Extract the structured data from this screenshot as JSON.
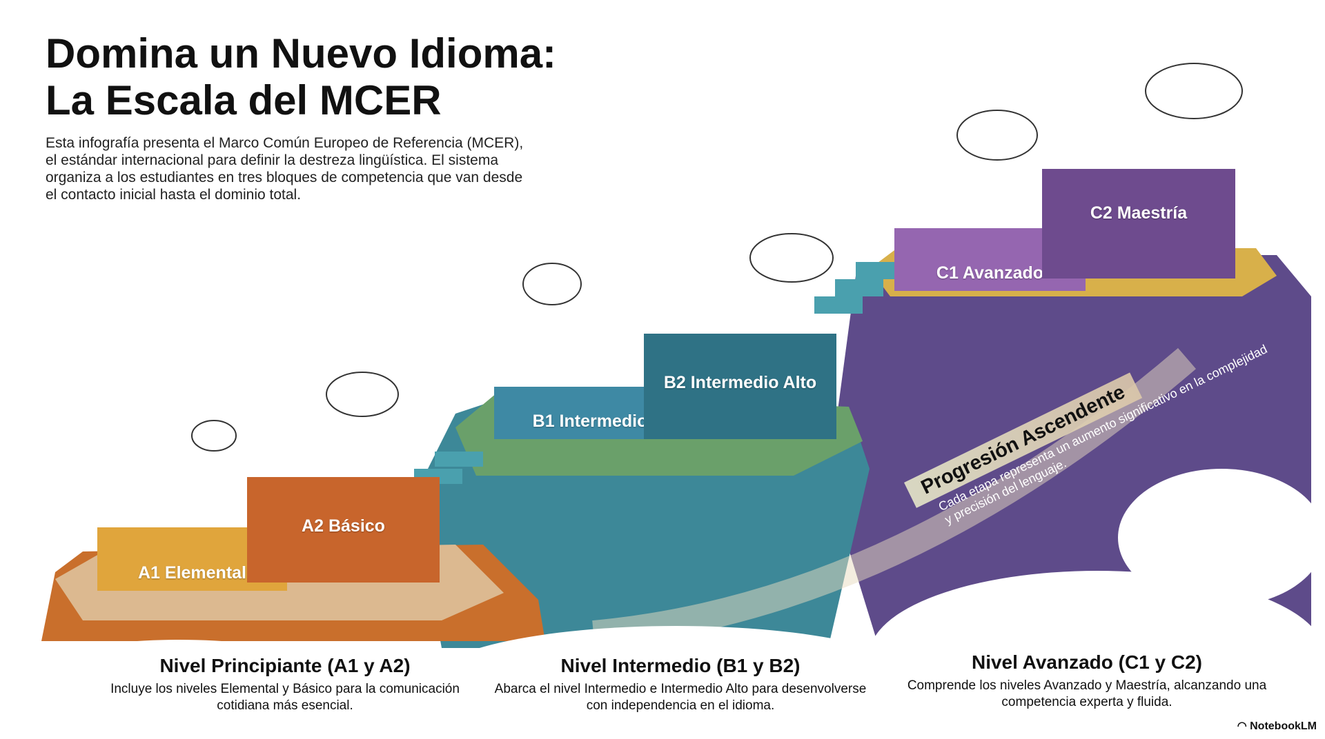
{
  "title": {
    "line1": "Domina un Nuevo Idioma:",
    "line2": "La Escala del MCER"
  },
  "intro": "Esta infografía presenta el Marco Común Europeo de Referencia (MCER), el estándar internacional para definir la destreza lingüística. El sistema organiza a los estudiantes en tres bloques de competencia que van desde el contacto inicial hasta el dominio total.",
  "blocks": {
    "a1": "A1 Elemental",
    "a2": "A2 Básico",
    "b1": "B1 Intermedio",
    "b2": "B2 Intermedio Alto",
    "c1": "C1 Avanzado",
    "c2": "C2 Maestría"
  },
  "banner": {
    "title": "Progresión Ascendente",
    "subtitle": "Cada etapa representa un aumento significativo en la complejidad y precisión del lenguaje."
  },
  "levels": [
    {
      "heading": "Nivel Principiante (A1 y A2)",
      "text": "Incluye los niveles Elemental y Básico para la comunicación cotidiana más esencial."
    },
    {
      "heading": "Nivel Intermedio (B1 y B2)",
      "text": "Abarca el nivel Intermedio e Intermedio Alto para desenvolverse con independencia en el idioma."
    },
    {
      "heading": "Nivel Avanzado (C1 y C2)",
      "text": "Comprende los niveles Avanzado y Maestría, alcanzando una competencia experta y fluida."
    }
  ],
  "brand": "NotebookLM",
  "colors": {
    "orange": "#d9893a",
    "teal": "#3f8c9c",
    "purple": "#7a5a9c",
    "gold": "#d8b04a"
  }
}
